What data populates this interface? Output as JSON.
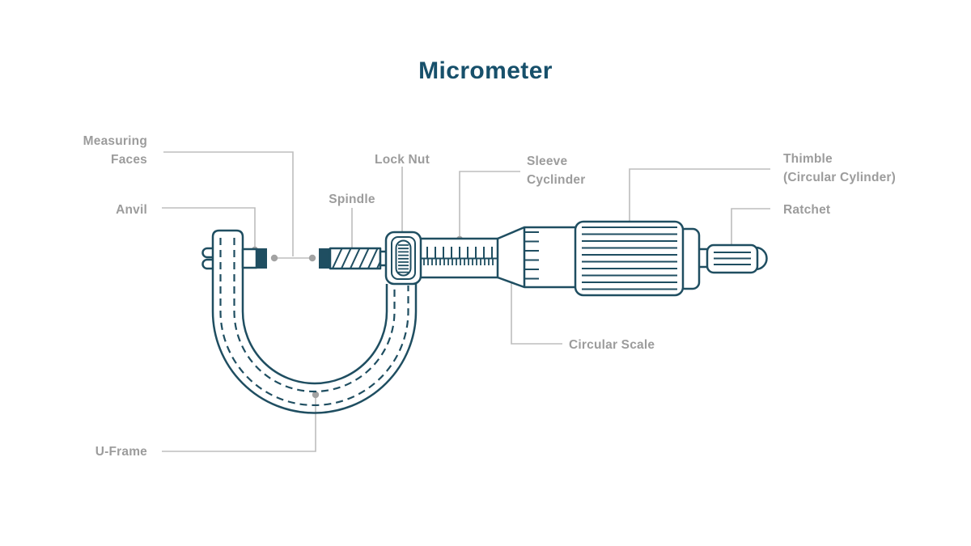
{
  "title": "Micrometer",
  "colors": {
    "title": "#17506B",
    "line": "#1F4E61",
    "label": "#9C9C9C",
    "leader": "#BDBDBD",
    "dot": "#A3A3A3",
    "bg": "#FFFFFF"
  },
  "labels": {
    "measuring_faces": {
      "line1": "Measuring",
      "line2": "Faces"
    },
    "anvil": {
      "line1": "Anvil"
    },
    "spindle": {
      "line1": "Spindle"
    },
    "lock_nut": {
      "line1": "Lock Nut"
    },
    "sleeve": {
      "line1": "Sleeve",
      "line2": "Cyclinder"
    },
    "thimble": {
      "line1": "Thimble",
      "line2": "(Circular Cylinder)"
    },
    "ratchet": {
      "line1": "Ratchet"
    },
    "circular_scale": {
      "line1": "Circular Scale"
    },
    "u_frame": {
      "line1": "U-Frame"
    }
  }
}
